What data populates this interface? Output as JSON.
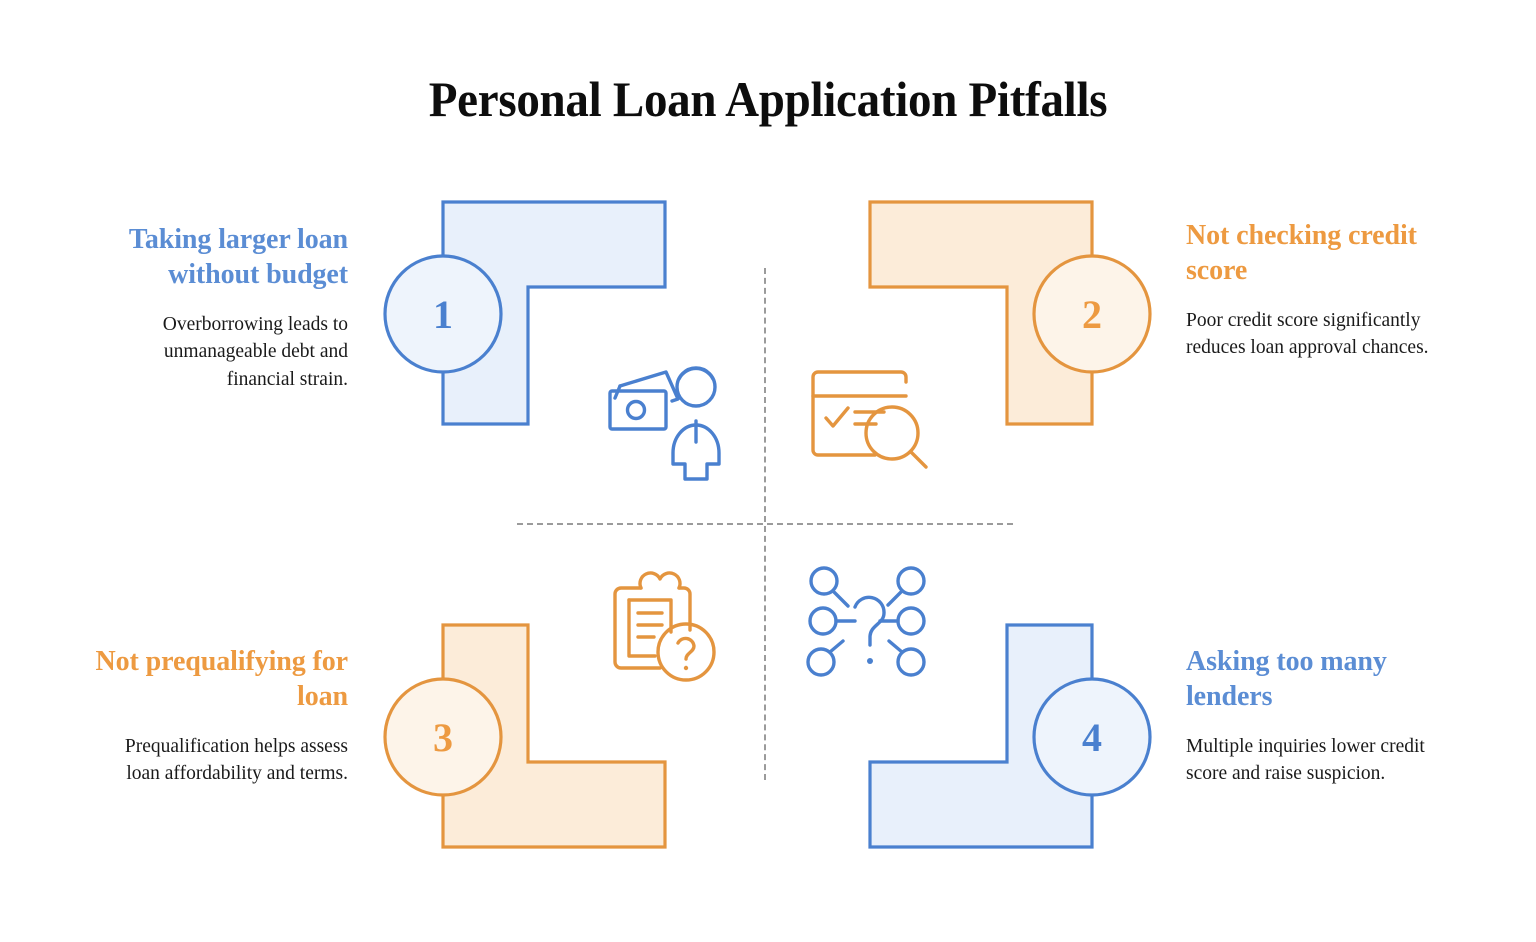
{
  "title": "Personal Loan Application Pitfalls",
  "colors": {
    "blue_stroke": "#4a80cf",
    "blue_fill": "#e8f0fb",
    "blue_heading": "#5b8dd4",
    "orange_stroke": "#e4953f",
    "orange_fill": "#fcecd9",
    "orange_heading": "#ed9a41",
    "divider": "#9b9b9b",
    "body_text": "#1a1a1a",
    "title_text": "#0d0d0d",
    "background": "#ffffff"
  },
  "quadrants": [
    {
      "number": "1",
      "heading": "Taking larger loan without budget",
      "body": "Overborrowing leads to unmanageable debt and financial strain.",
      "accent": "blue",
      "position": "top-left",
      "icon": "wallet-person-icon"
    },
    {
      "number": "2",
      "heading": "Not checking credit score",
      "body": "Poor credit score significantly reduces loan approval chances.",
      "accent": "orange",
      "position": "top-right",
      "icon": "credit-report-magnifier-icon"
    },
    {
      "number": "3",
      "heading": "Not prequalifying for loan",
      "body": "Prequalification helps assess loan affordability and terms.",
      "accent": "orange",
      "position": "bottom-left",
      "icon": "clipboard-question-icon"
    },
    {
      "number": "4",
      "heading": "Asking too many lenders",
      "body": "Multiple inquiries lower credit score and raise suspicion.",
      "accent": "blue",
      "position": "bottom-right",
      "icon": "network-question-icon"
    }
  ]
}
